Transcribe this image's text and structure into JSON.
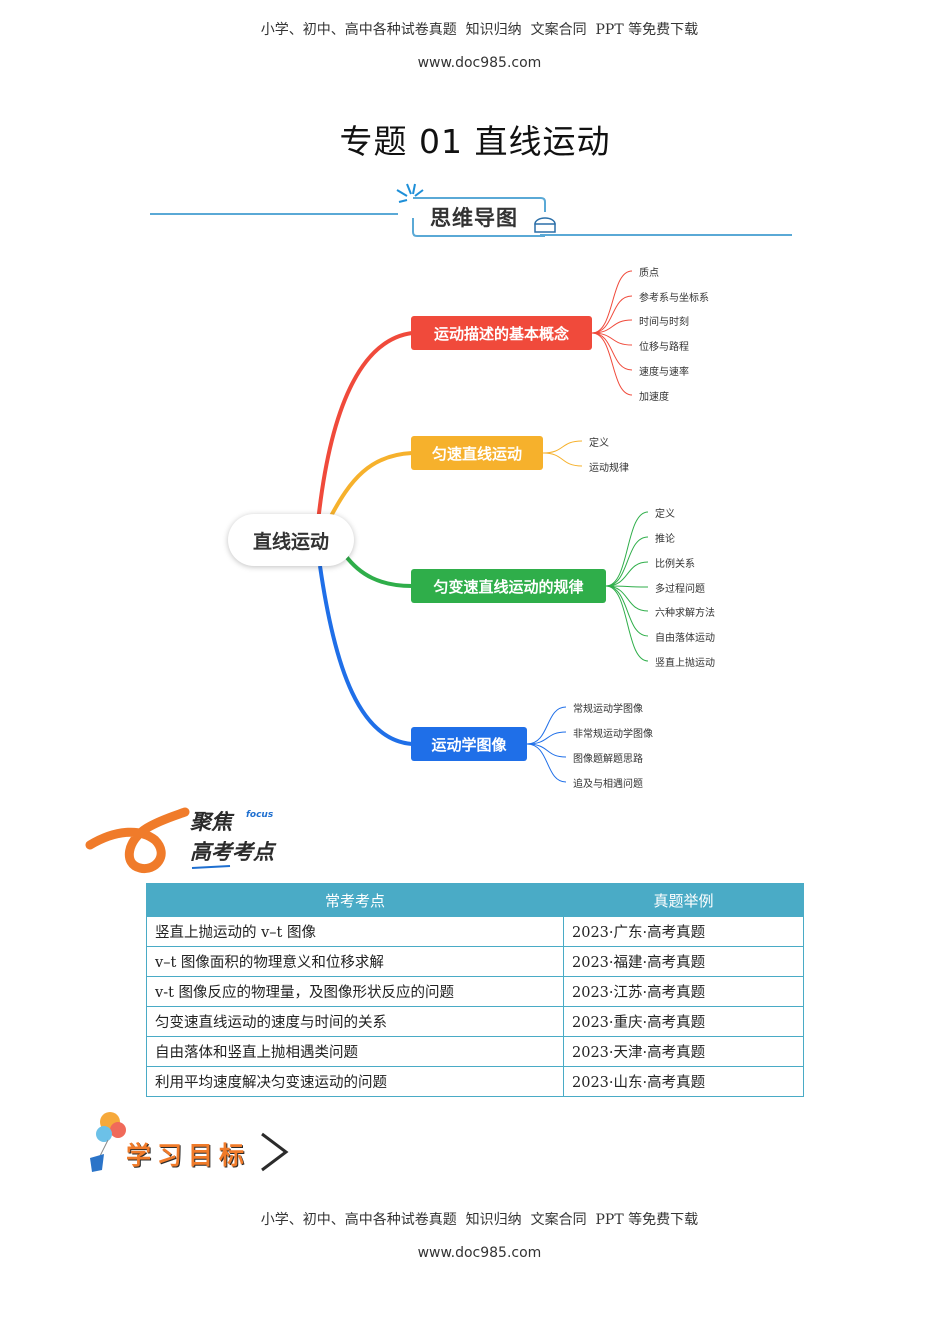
{
  "header": {
    "text": "小学、初中、高中各种试卷真题  知识归纳  文案合同  PPT 等免费下载",
    "url": "www.doc985.com"
  },
  "footer": {
    "text": "小学、初中、高中各种试卷真题  知识归纳  文案合同  PPT 等免费下载",
    "url": "www.doc985.com"
  },
  "title": "专题 01  直线运动",
  "mindmap_section": {
    "label": "思维导图"
  },
  "mindmap": {
    "root": "直线运动",
    "branches": [
      {
        "label": "运动描述的基本概念",
        "color": "#f04a3b",
        "leaves": [
          "质点",
          "参考系与坐标系",
          "时间与时刻",
          "位移与路程",
          "速度与速率",
          "加速度"
        ]
      },
      {
        "label": "匀速直线运动",
        "color": "#f6b12c",
        "leaves": [
          "定义",
          "运动规律"
        ]
      },
      {
        "label": "匀变速直线运动的规律",
        "color": "#2fae4a",
        "leaves": [
          "定义",
          "推论",
          "比例关系",
          "多过程问题",
          "六种求解方法",
          "自由落体运动",
          "竖直上抛运动"
        ]
      },
      {
        "label": "运动学图像",
        "color": "#1f6fe8",
        "leaves": [
          "常规运动学图像",
          "非常规运动学图像",
          "图像题解题思路",
          "追及与相遇问题"
        ]
      }
    ]
  },
  "focus_section": {
    "line1": "聚焦",
    "line2": "高考考点",
    "tag": "focus"
  },
  "exam_table": {
    "headers": [
      "常考考点",
      "真题举例"
    ],
    "rows": [
      [
        "竖直上抛运动的 v–t 图像",
        "2023·广东·高考真题"
      ],
      [
        "v–t 图像面积的物理意义和位移求解",
        "2023·福建·高考真题"
      ],
      [
        "v-t 图像反应的物理量，及图像形状反应的问题",
        "2023·江苏·高考真题"
      ],
      [
        "匀变速直线运动的速度与时间的关系",
        "2023·重庆·高考真题"
      ],
      [
        "自由落体和竖直上抛相遇类问题",
        "2023·天津·高考真题"
      ],
      [
        "利用平均速度解决匀变速运动的问题",
        "2023·山东·高考真题"
      ]
    ]
  },
  "goal_section": {
    "label": "学习目标"
  }
}
